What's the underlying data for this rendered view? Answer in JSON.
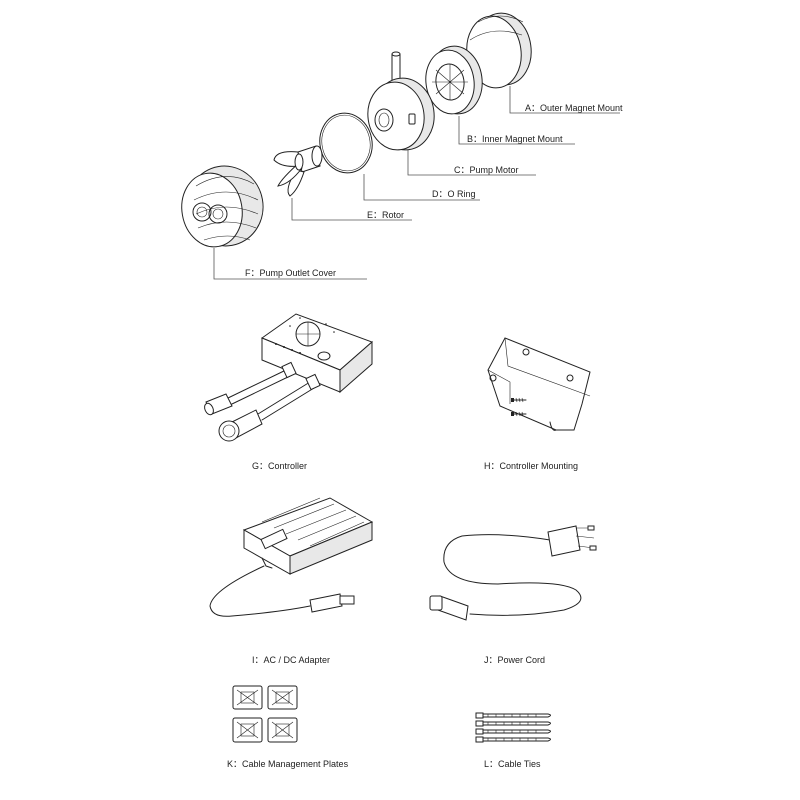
{
  "parts": {
    "a": "A：Outer Magnet Mount",
    "b": "B：Inner Magnet Mount",
    "c": "C：Pump Motor",
    "d": "D：O Ring",
    "e": "E：Rotor",
    "f": "F：Pump Outlet Cover",
    "g": "G：Controller",
    "h": "H：Controller Mounting",
    "i": "I：AC / DC Adapter",
    "j": "J：Power Cord",
    "k": "K：Cable Management Plates",
    "l": "L：Cable Ties"
  }
}
